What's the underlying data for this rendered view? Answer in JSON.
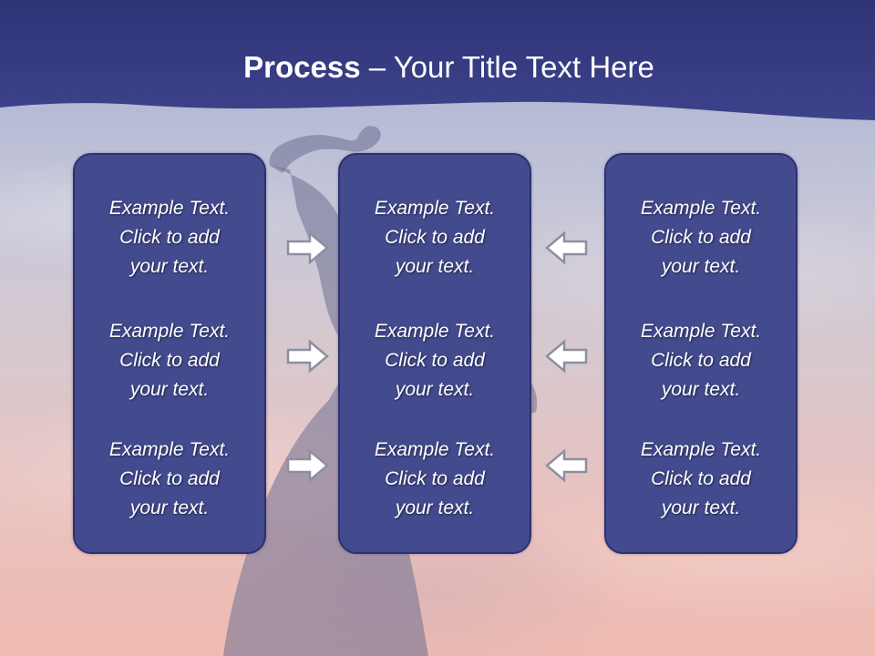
{
  "title": {
    "bold": "Process",
    "rest": " – Your Title Text Here"
  },
  "boxes": [
    {
      "items": [
        [
          "Example Text.",
          "Click  to add",
          "your text."
        ],
        [
          "Example Text.",
          "Click  to add",
          "your text."
        ],
        [
          "Example Text.",
          "Click  to add",
          "your text."
        ]
      ]
    },
    {
      "items": [
        [
          "Example Text.",
          "Click  to add",
          "your text."
        ],
        [
          "Example Text.",
          "Click  to add",
          "your text."
        ],
        [
          "Example Text.",
          "Click  to add",
          "your text."
        ]
      ]
    },
    {
      "items": [
        [
          "Example Text.",
          "Click  to add",
          "your text."
        ],
        [
          "Example Text.",
          "Click  to add",
          "your text."
        ],
        [
          "Example Text.",
          "Click  to add",
          "your text."
        ]
      ]
    }
  ],
  "arrows": {
    "left_column": [
      "right-arrow-icon",
      "right-arrow-icon",
      "right-arrow-icon"
    ],
    "right_column": [
      "left-arrow-icon",
      "left-arrow-icon",
      "left-arrow-icon"
    ]
  },
  "colors": {
    "header": "#3a3f86",
    "box_fill": "#434a8e",
    "box_border": "#2c3170",
    "arrow_fill": "#ffffff",
    "arrow_stroke": "#8d8fa0"
  }
}
